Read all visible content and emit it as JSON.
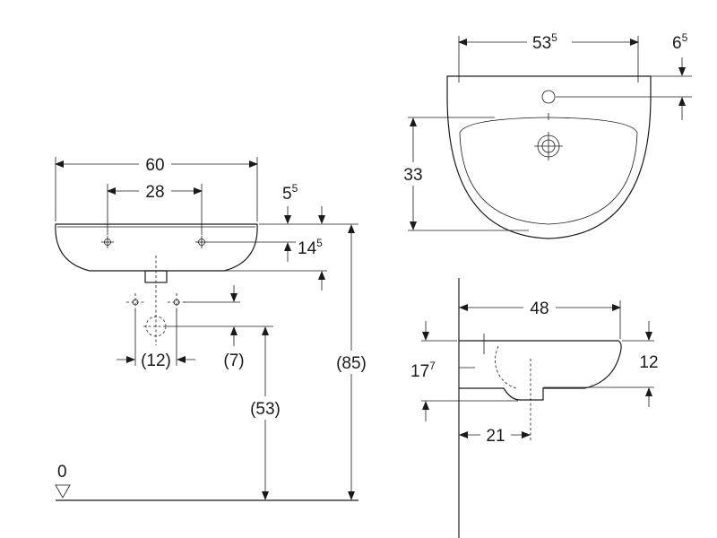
{
  "front_view": {
    "overall_width": "60",
    "hole_spacing": "28",
    "top_offset": {
      "base": "5",
      "sup": "5"
    },
    "rim_to_bowl": {
      "base": "14",
      "sup": "5"
    },
    "drain_offset": "(12)",
    "drain_height": "(7)",
    "outlet_height": "(53)",
    "mounting_height": "(85)",
    "floor_level": "0"
  },
  "top_view": {
    "width": {
      "base": "53",
      "sup": "5"
    },
    "tap_hole_offset": {
      "base": "6",
      "sup": "5"
    },
    "depth": "33"
  },
  "side_view": {
    "projection": "48",
    "height": {
      "base": "17",
      "sup": "7"
    },
    "bowl_height": "12",
    "waste_offset": "21"
  }
}
